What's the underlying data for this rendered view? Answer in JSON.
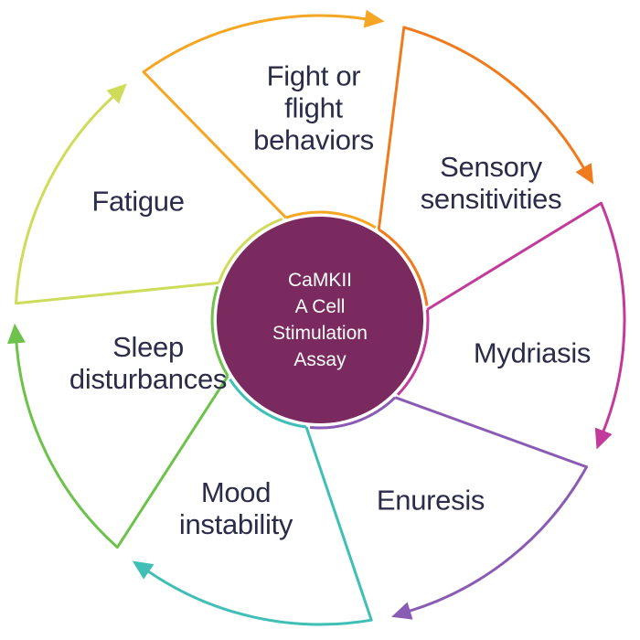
{
  "center": {
    "lines": [
      "CaMKII",
      "A Cell",
      "Stimulation",
      "Assay"
    ],
    "fill": "#7a2a5e"
  },
  "segments": [
    {
      "lines": [
        "Fight or",
        "flight",
        "behaviors"
      ],
      "color": "#f07a1e"
    },
    {
      "lines": [
        "Sensory",
        "sensitivities"
      ],
      "color": "#c23a9a"
    },
    {
      "lines": [
        "Mydriasis"
      ],
      "color": "#8a5bb5"
    },
    {
      "lines": [
        "Enuresis"
      ],
      "color": "#3fbfb6"
    },
    {
      "lines": [
        "Mood",
        "instability"
      ],
      "color": "#6cc24a"
    },
    {
      "lines": [
        "Sleep",
        "disturbances"
      ],
      "color": "#cfdc5a"
    },
    {
      "lines": [
        "Fatigue"
      ],
      "color": "#f5a623"
    }
  ]
}
